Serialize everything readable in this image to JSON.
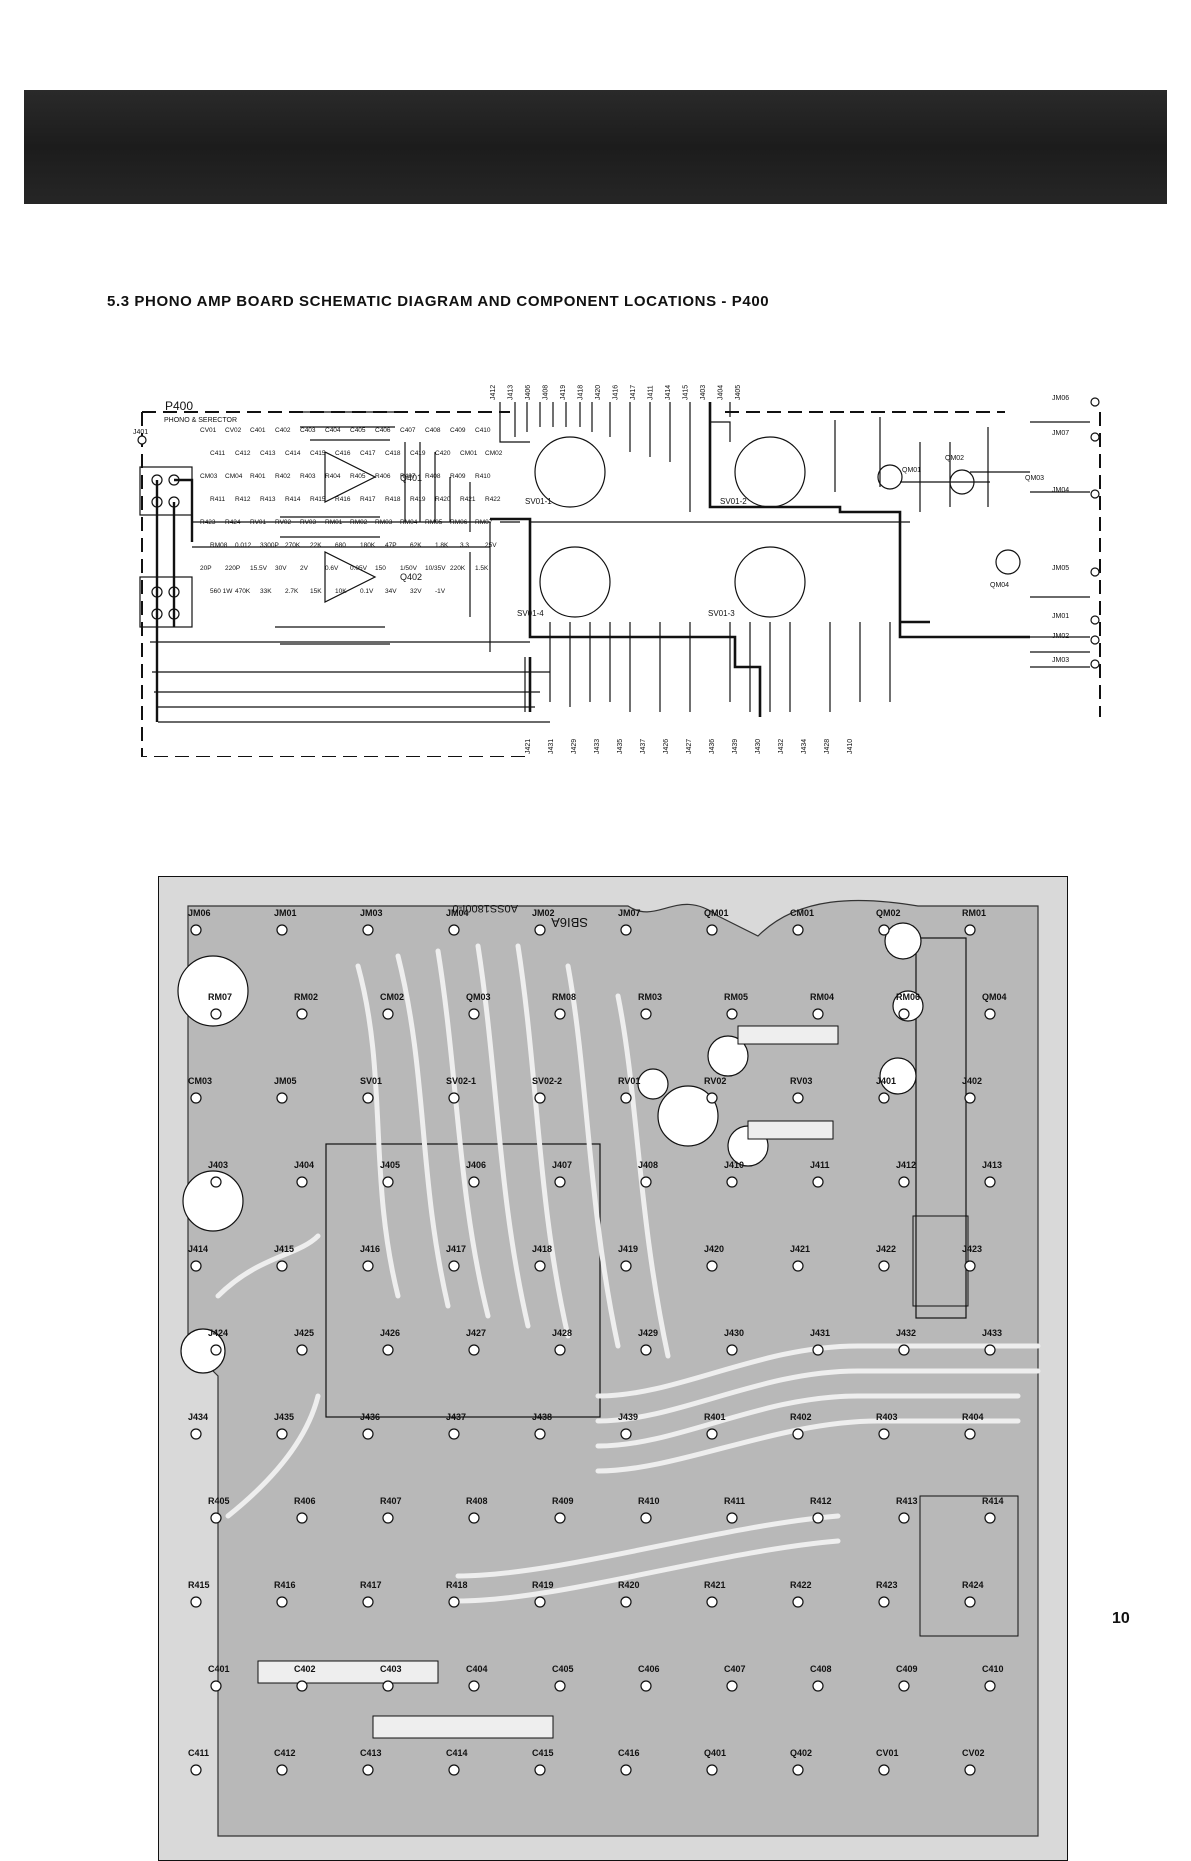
{
  "header": {
    "section_title": "5.3 PHONO AMP BOARD SCHEMATIC DIAGRAM AND COMPONENT LOCATIONS - P400",
    "page_number": "10"
  },
  "schematic": {
    "board_name": "P400",
    "board_subtitle": "PHONO & SERECTOR",
    "connector_label": "J401",
    "top_jacks": [
      "J412",
      "J413",
      "J406",
      "J408",
      "J419",
      "J418",
      "J420",
      "J416",
      "J417",
      "J411",
      "J414",
      "J415",
      "J403",
      "J404",
      "J405"
    ],
    "bottom_jacks": [
      "J421",
      "J431",
      "J429",
      "J433",
      "J435",
      "J437",
      "J426",
      "J427",
      "J436",
      "J439",
      "J430",
      "J432",
      "J434",
      "J428",
      "J410"
    ],
    "right_terminals": [
      "JM06",
      "JM07",
      "JM04",
      "JM05",
      "JM01",
      "JM02",
      "JM03"
    ],
    "switches": [
      "SV01-1",
      "SV01-2",
      "SV01-4",
      "SV01-3"
    ],
    "ic_labels": [
      "Q401",
      "Q402"
    ],
    "transistor_labels": [
      "QM01",
      "QM02",
      "QM03",
      "QM04"
    ],
    "capacitor_labels": [
      "CV01",
      "CV02",
      "C401",
      "C402",
      "C403",
      "C404",
      "C405",
      "C406",
      "C407",
      "C408",
      "C409",
      "C410",
      "C411",
      "C412",
      "C413",
      "C414",
      "C415",
      "C416",
      "C417",
      "C418",
      "C419",
      "C420",
      "CM01",
      "CM02",
      "CM03",
      "CM04"
    ],
    "resistor_labels": [
      "R401",
      "R402",
      "R403",
      "R404",
      "R405",
      "R406",
      "R407",
      "R408",
      "R409",
      "R410",
      "R411",
      "R412",
      "R413",
      "R414",
      "R415",
      "R416",
      "R417",
      "R418",
      "R419",
      "R420",
      "R421",
      "R422",
      "R423",
      "R424",
      "RV01",
      "RV02",
      "RV03",
      "RM01",
      "RM02",
      "RM03",
      "RM04",
      "RM05",
      "RM06",
      "RM07",
      "RM08"
    ],
    "value_labels": [
      "0.012",
      "3300P",
      "270K",
      "22K",
      "680",
      "180K",
      "47P",
      "62K",
      "1.8K",
      "3.3",
      "25V",
      "20P",
      "220P",
      "15.5V",
      "30V",
      "2V",
      "0.6V",
      "0.05V",
      "150",
      "1/50V",
      "10/35V",
      "220K",
      "1.5K",
      "560 1W",
      "470K",
      "33K",
      "2.7K",
      "15K",
      "10K",
      "0.1V",
      "34V",
      "32V",
      "-1V"
    ]
  },
  "pcb": {
    "board_mark": "A0SS1800I-0",
    "side_mark": "SBI6A",
    "component_refs": [
      "JM06",
      "JM01",
      "JM03",
      "JM04",
      "JM02",
      "JM07",
      "QM01",
      "CM01",
      "QM02",
      "RM01",
      "RM07",
      "RM02",
      "CM02",
      "QM03",
      "RM08",
      "RM03",
      "RM05",
      "RM04",
      "RM06",
      "QM04",
      "CM03",
      "JM05",
      "SV01",
      "SV02-1",
      "SV02-2",
      "RV01",
      "RV02",
      "RV03",
      "J401",
      "J402",
      "J403",
      "J404",
      "J405",
      "J406",
      "J407",
      "J408",
      "J410",
      "J411",
      "J412",
      "J413",
      "J414",
      "J415",
      "J416",
      "J417",
      "J418",
      "J419",
      "J420",
      "J421",
      "J422",
      "J423",
      "J424",
      "J425",
      "J426",
      "J427",
      "J428",
      "J429",
      "J430",
      "J431",
      "J432",
      "J433",
      "J434",
      "J435",
      "J436",
      "J437",
      "J438",
      "J439",
      "R401",
      "R402",
      "R403",
      "R404",
      "R405",
      "R406",
      "R407",
      "R408",
      "R409",
      "R410",
      "R411",
      "R412",
      "R413",
      "R414",
      "R415",
      "R416",
      "R417",
      "R418",
      "R419",
      "R420",
      "R421",
      "R422",
      "R423",
      "R424",
      "C401",
      "C402",
      "C403",
      "C404",
      "C405",
      "C406",
      "C407",
      "C408",
      "C409",
      "C410",
      "C411",
      "C412",
      "C413",
      "C414",
      "C415",
      "C416",
      "Q401",
      "Q402",
      "CV01",
      "CV02"
    ]
  }
}
